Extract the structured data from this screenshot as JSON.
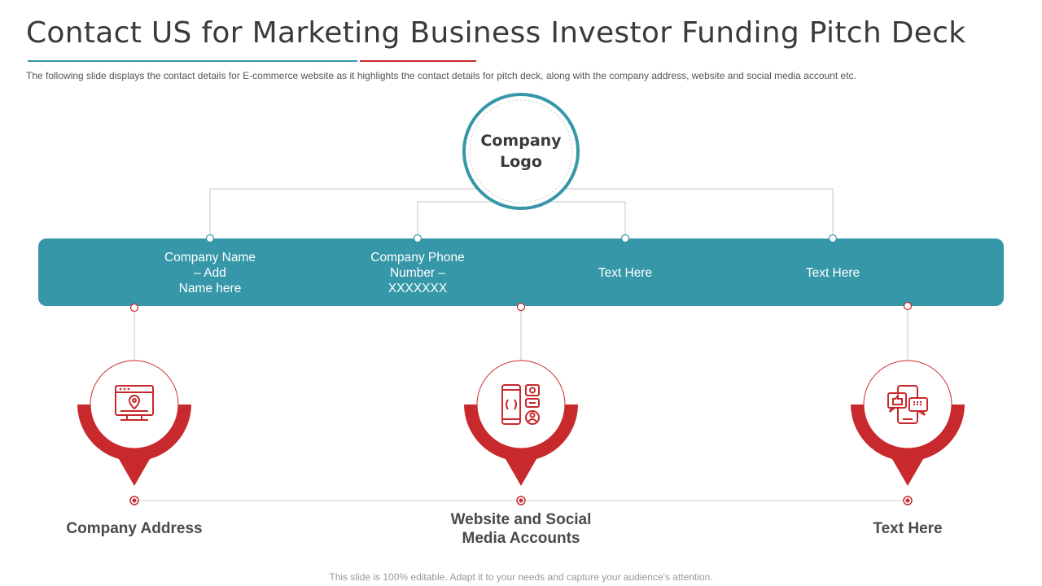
{
  "title": "Contact US for Marketing Business Investor Funding Pitch Deck",
  "subtitle": "The following  slide displays the contact details for E-commerce website as it highlights the contact details for pitch deck, along with the company address, website and social media account etc.",
  "logo": {
    "line1": "Company",
    "line2": "Logo"
  },
  "band_items": [
    {
      "lines": [
        "Company Name",
        "– Add",
        "Name here"
      ]
    },
    {
      "lines": [
        "Company Phone",
        "Number –",
        "XXXXXXX"
      ]
    },
    {
      "lines": [
        "Text Here"
      ]
    },
    {
      "lines": [
        "Text Here"
      ]
    }
  ],
  "bottom_items": [
    {
      "lines": [
        "Company Address"
      ],
      "icon": "map-location-icon"
    },
    {
      "lines": [
        "Website and Social",
        "Media Accounts"
      ],
      "icon": "smartphone-social-icon"
    },
    {
      "lines": [
        "Text Here"
      ],
      "icon": "chat-thumbs-up-icon"
    }
  ],
  "footer": "This slide is 100% editable. Adapt it to your needs and capture your audience's attention.",
  "colors": {
    "teal": "#3697a8",
    "red": "#c8292c",
    "text": "#3a3a3a"
  }
}
